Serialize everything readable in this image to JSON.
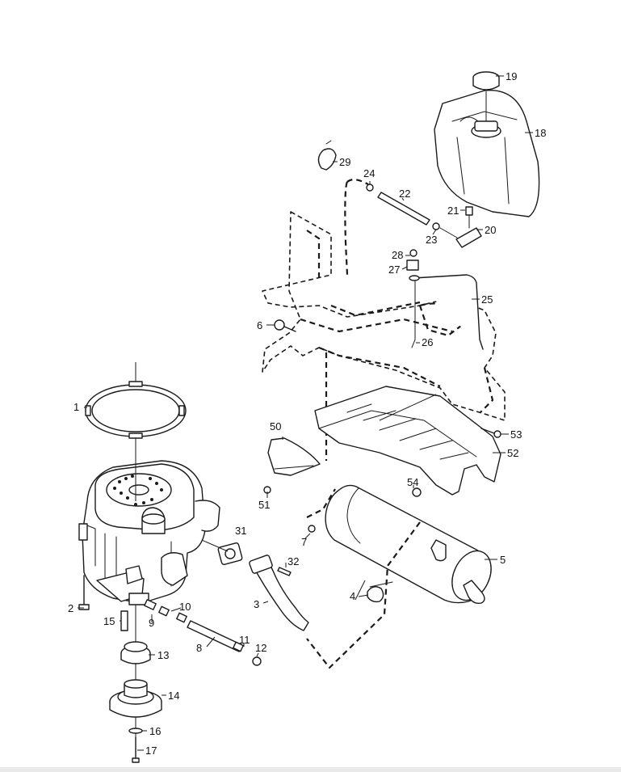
{
  "diagram": {
    "callouts": [
      "1",
      "2",
      "3",
      "4",
      "5",
      "6",
      "7",
      "8",
      "9",
      "10",
      "11",
      "12",
      "13",
      "14",
      "15",
      "16",
      "17",
      "18",
      "19",
      "20",
      "21",
      "22",
      "23",
      "24",
      "25",
      "26",
      "27",
      "28",
      "29",
      "31",
      "32",
      "50",
      "51",
      "52",
      "53",
      "54"
    ],
    "colors": {
      "ink": "#1a1a1a",
      "paper": "#ffffff"
    }
  }
}
